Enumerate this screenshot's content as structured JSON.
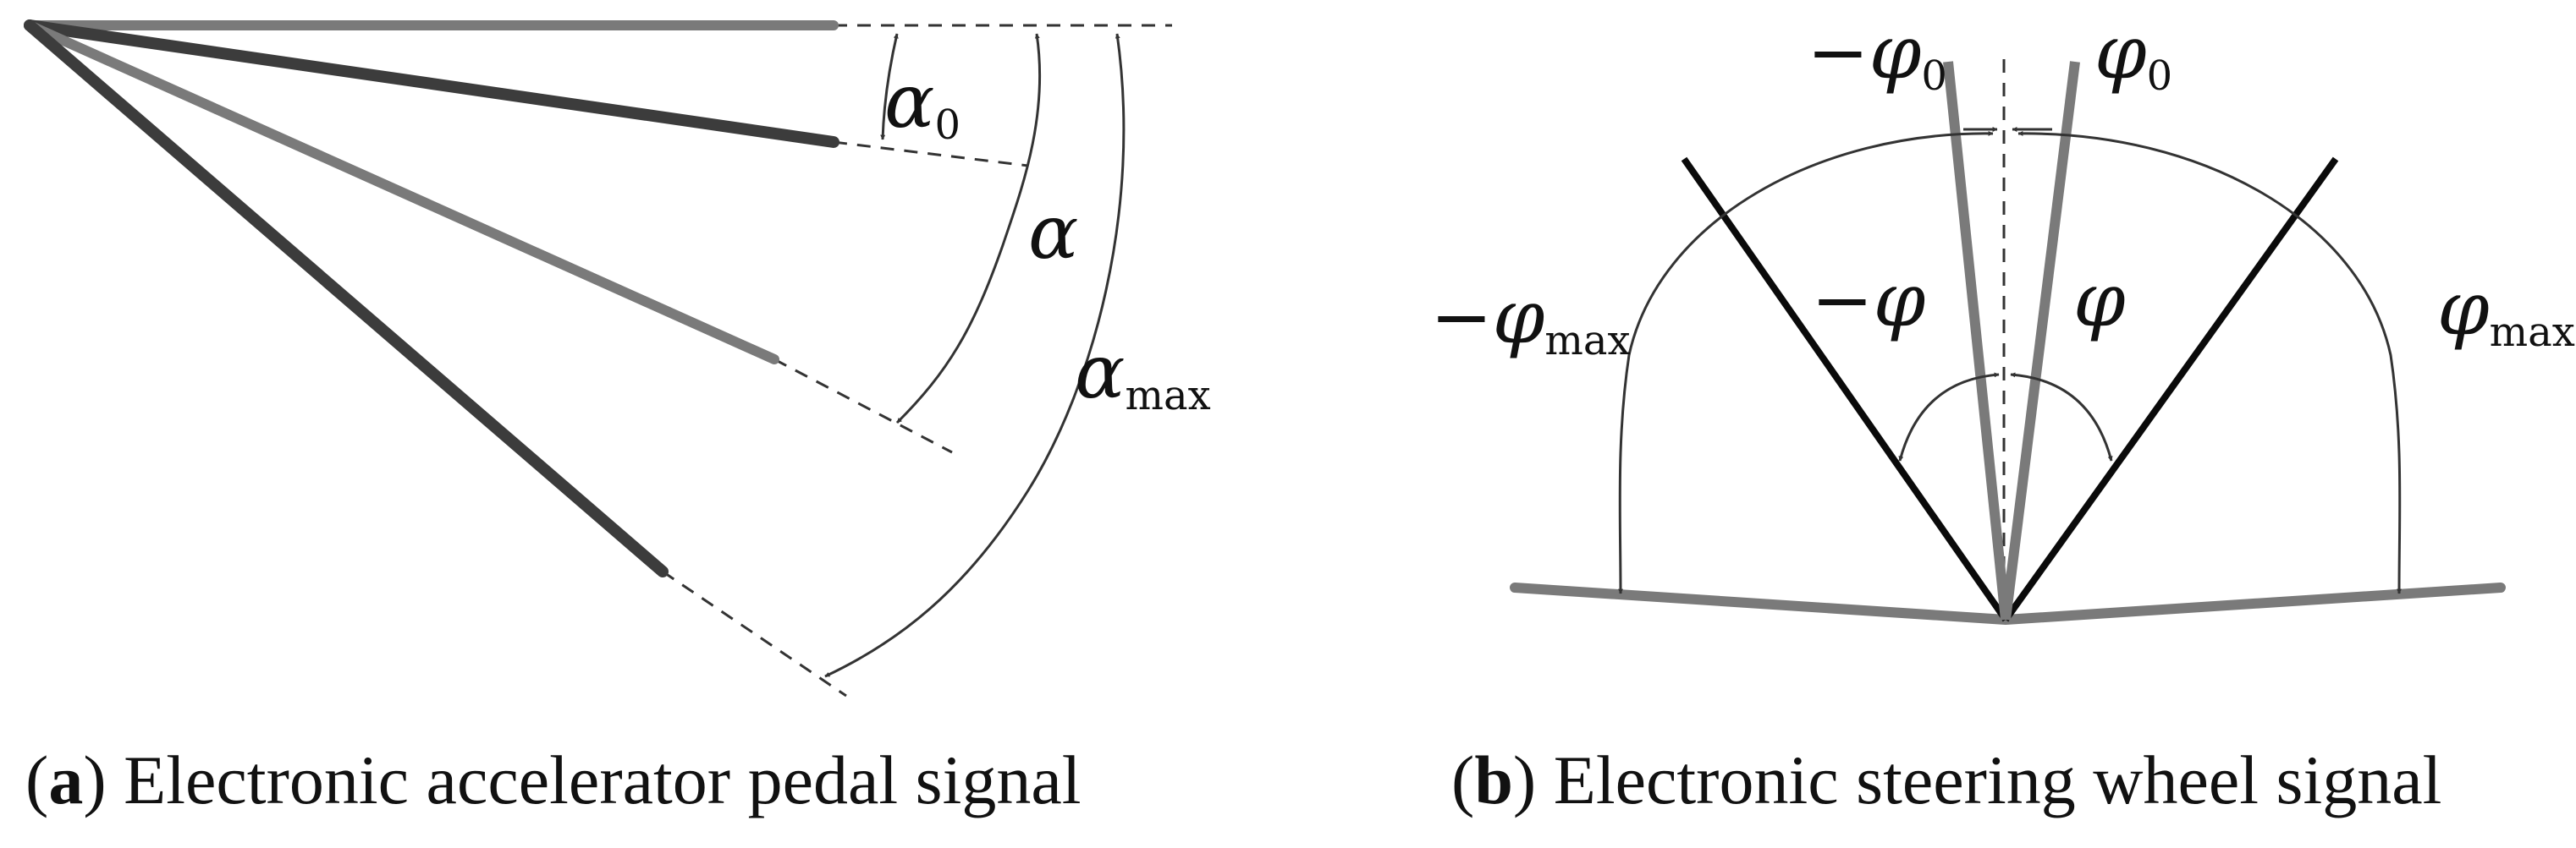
{
  "panel_a": {
    "caption_letter": "a",
    "caption_text": "Electronic accelerator pedal signal",
    "labels": {
      "alpha0": {
        "symbol": "α",
        "sub": "0"
      },
      "alpha": {
        "symbol": "α"
      },
      "alphamax": {
        "symbol": "α",
        "sub": "max"
      }
    }
  },
  "panel_b": {
    "caption_letter": "b",
    "caption_text": "Electronic steering wheel signal",
    "labels": {
      "neg_phi0": {
        "symbol": "−φ",
        "sub": "0"
      },
      "phi0": {
        "symbol": "φ",
        "sub": "0"
      },
      "neg_phi": {
        "symbol": "−φ"
      },
      "phi": {
        "symbol": "φ"
      },
      "neg_phimax": {
        "symbol": "−φ",
        "sub": "max"
      },
      "phimax": {
        "symbol": "φ",
        "sub": "max"
      }
    }
  },
  "colors": {
    "dark_line": "#3c3c3c",
    "light_line": "#7a7a7a",
    "black_line": "#0a0a0a",
    "annotation": "#333333"
  }
}
